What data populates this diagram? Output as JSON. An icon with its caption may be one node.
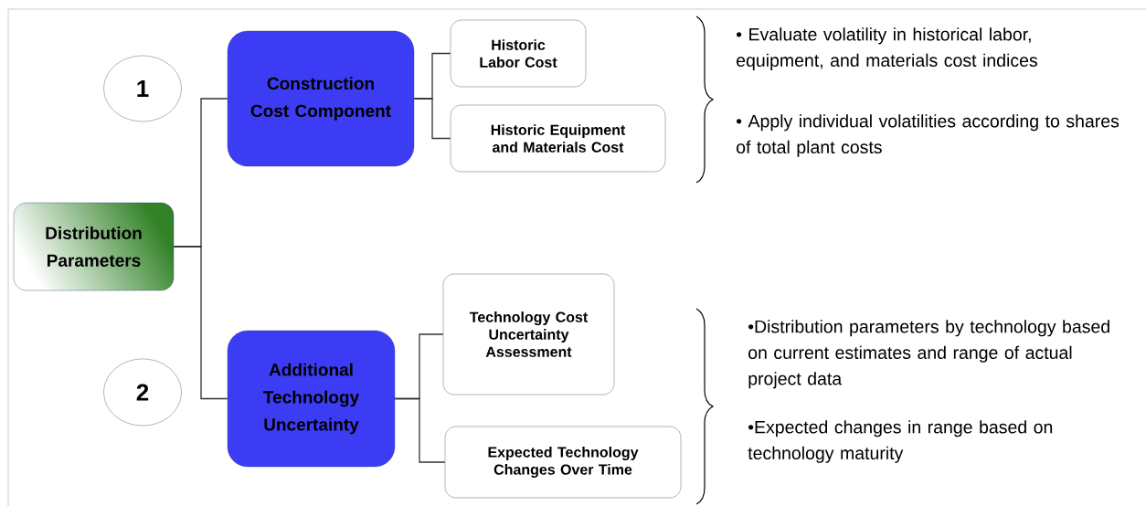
{
  "diagram": {
    "nodes": [
      {
        "text": [
          "Distribution Parameters"
        ]
      },
      {
        "text": [
          "1"
        ]
      },
      {
        "text": [
          "Construction Cost Component"
        ]
      },
      {
        "text": [
          "Historic Labor Cost"
        ]
      },
      {
        "text": [
          "Historic Equipment and Materials Cost"
        ]
      },
      {
        "text": [
          "2"
        ]
      },
      {
        "text": [
          "Additional Technology Uncertainty"
        ]
      },
      {
        "text": [
          "Technology Cost Uncertainty Assessment"
        ]
      },
      {
        "text": [
          "Expected Technology Changes Over Time"
        ]
      }
    ],
    "edges": [
      {
        "from": 0,
        "to": 2,
        "arrow": "none"
      },
      {
        "from": 0,
        "to": 6,
        "arrow": "none"
      },
      {
        "from": 2,
        "to": 3,
        "arrow": "none"
      },
      {
        "from": 2,
        "to": 4,
        "arrow": "none"
      },
      {
        "from": 6,
        "to": 7,
        "arrow": "none"
      },
      {
        "from": 6,
        "to": 8,
        "arrow": "none"
      }
    ],
    "labels": [
      "• Evaluate volatility in historical labor, equipment, and materials cost indices",
      "• Apply individual volatilities according to shares of total plant costs",
      "•Distribution parameters by technology based on current estimates and range of actual project data",
      "•Expected changes in range based on technology maturity"
    ]
  }
}
